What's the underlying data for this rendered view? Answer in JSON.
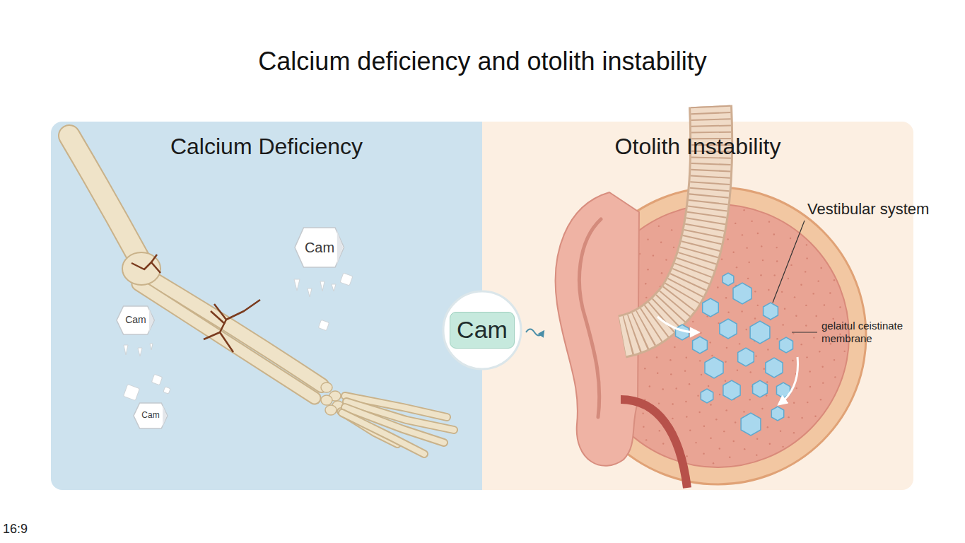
{
  "diagram": {
    "title": "Calcium deficiency and otolith instability",
    "nodes": [
      {
        "text": [
          "Calcium Deficiency"
        ]
      },
      {
        "text": [
          "Cam"
        ],
        "in": 0
      },
      {
        "text": [
          "Cam"
        ],
        "in": 0
      },
      {
        "text": [
          "Cam"
        ],
        "in": 0
      },
      {
        "text": [
          "Cam"
        ]
      },
      {
        "text": [
          "Otolith Instability"
        ]
      }
    ],
    "labels": [
      "Vestibular system",
      "gelaitul ceistinate membrane",
      "16:9"
    ]
  }
}
